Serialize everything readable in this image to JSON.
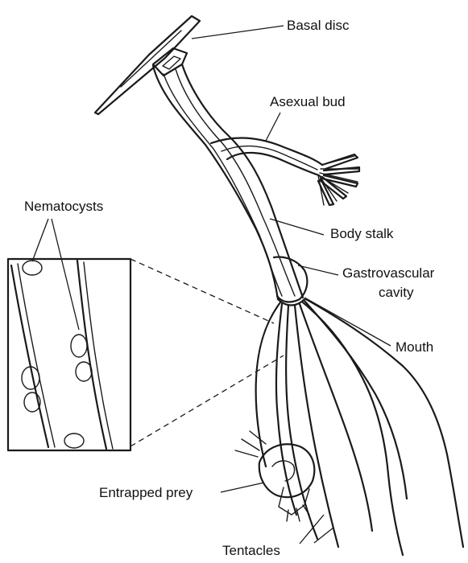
{
  "diagram": {
    "labels": {
      "basal_disc": "Basal disc",
      "asexual_bud": "Asexual bud",
      "nematocysts": "Nematocysts",
      "body_stalk": "Body stalk",
      "gastrovascular_cavity_line1": "Gastrovascular",
      "gastrovascular_cavity_line2": "cavity",
      "mouth": "Mouth",
      "entrapped_prey": "Entrapped prey",
      "tentacles": "Tentacles"
    }
  }
}
